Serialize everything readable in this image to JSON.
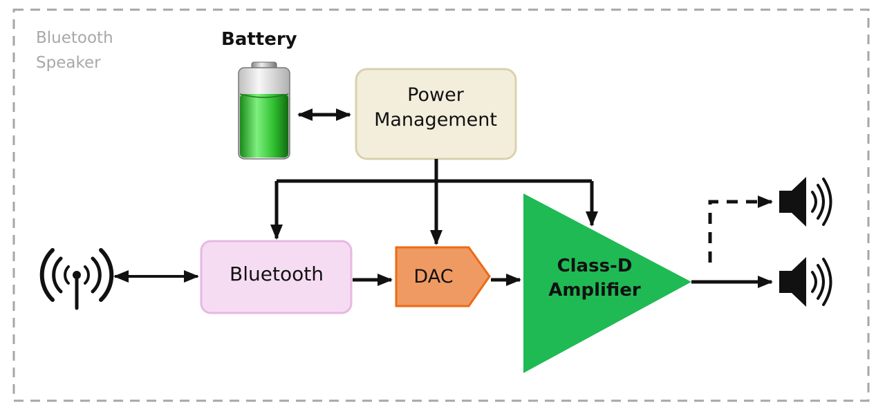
{
  "diagram": {
    "container": {
      "title": "Bluetooth\nSpeaker",
      "border_color": "#a6a6a6"
    },
    "battery": {
      "title": "Battery",
      "fill_color": "#2fbf2f"
    },
    "blocks": {
      "power_management": {
        "label": "Power\nManagement",
        "fill": "#f3eedc",
        "stroke": "#d9d1ad"
      },
      "bluetooth": {
        "label": "Bluetooth",
        "fill": "#f6dcf3",
        "stroke": "#e6b9e1"
      },
      "dac": {
        "label": "DAC",
        "fill": "#ef9a63",
        "stroke": "#ec6a14"
      },
      "amplifier": {
        "label": "Class-D\nAmplifier",
        "fill": "#1fba54"
      }
    },
    "icons": {
      "antenna": "antenna-icon",
      "speaker_top": "speaker-icon",
      "speaker_bottom": "speaker-icon"
    },
    "connections": [
      {
        "from": "battery",
        "to": "power_management",
        "style": "solid",
        "direction": "both"
      },
      {
        "from": "power_management",
        "to": "bluetooth",
        "style": "solid",
        "direction": "forward"
      },
      {
        "from": "power_management",
        "to": "dac",
        "style": "solid",
        "direction": "forward"
      },
      {
        "from": "power_management",
        "to": "amplifier",
        "style": "solid",
        "direction": "forward"
      },
      {
        "from": "antenna",
        "to": "bluetooth",
        "style": "solid",
        "direction": "both"
      },
      {
        "from": "bluetooth",
        "to": "dac",
        "style": "solid",
        "direction": "forward"
      },
      {
        "from": "dac",
        "to": "amplifier",
        "style": "solid",
        "direction": "forward"
      },
      {
        "from": "amplifier",
        "to": "speaker_bottom",
        "style": "solid",
        "direction": "forward"
      },
      {
        "from": "amplifier",
        "to": "speaker_top",
        "style": "dashed",
        "direction": "forward"
      }
    ]
  }
}
